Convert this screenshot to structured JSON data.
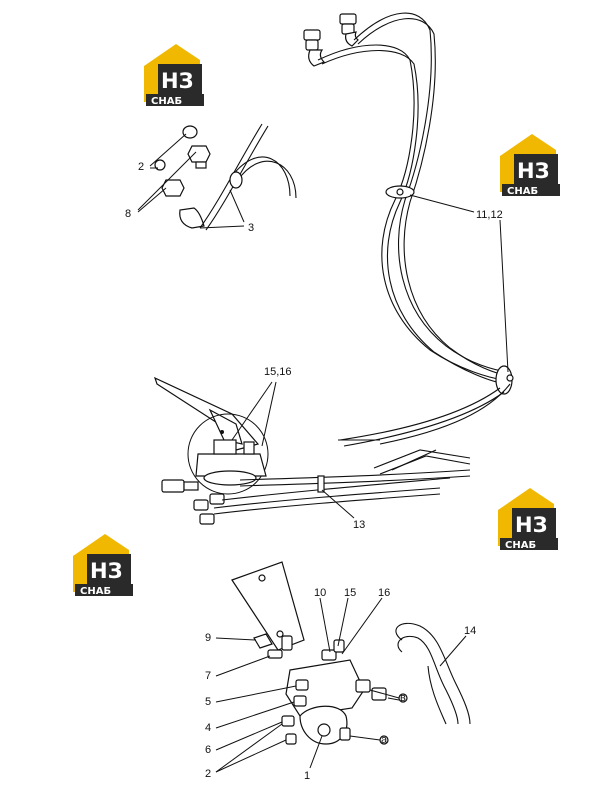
{
  "watermark": {
    "mark": "НЗ",
    "brand": "СНАБ",
    "colors": {
      "accent": "#f0b800",
      "dark": "#2a2a2a",
      "white": "#ffffff"
    }
  },
  "callouts": {
    "upper_left": {
      "c2": "2",
      "c8": "8",
      "c3": "3"
    },
    "right_hose": {
      "c11_12": "11,12"
    },
    "middle": {
      "c15_16": "15,16",
      "c13": "13"
    },
    "bottom": {
      "c10": "10",
      "c15": "15",
      "c16": "16",
      "c14": "14",
      "c9": "9",
      "c7": "7",
      "c5": "5",
      "c4": "4",
      "c6": "6",
      "c2": "2",
      "c1": "1"
    }
  },
  "markers": {
    "a": "а",
    "b": "в"
  }
}
